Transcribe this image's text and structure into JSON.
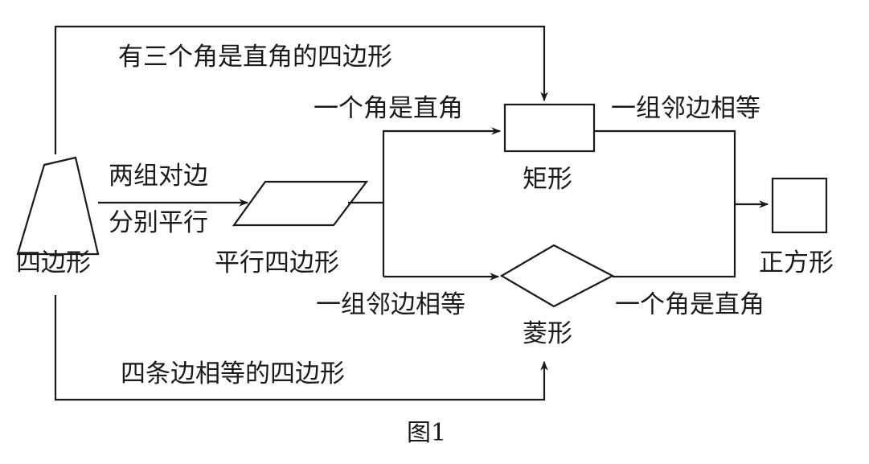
{
  "diagram": {
    "nodes": {
      "quadrilateral": "四边形",
      "parallelogram": "平行四边形",
      "rectangle": "矩形",
      "rhombus": "菱形",
      "square": "正方形"
    },
    "edges": {
      "quad_to_parallelogram_line1": "两组对边",
      "quad_to_parallelogram_line2": "分别平行",
      "quad_to_rectangle": "有三个角是直角的四边形",
      "quad_to_rhombus": "四条边相等的四边形",
      "parallelogram_to_rectangle": "一个角是直角",
      "parallelogram_to_rhombus": "一组邻边相等",
      "rectangle_to_square": "一组邻边相等",
      "rhombus_to_square": "一个角是直角"
    },
    "caption": "图1"
  }
}
